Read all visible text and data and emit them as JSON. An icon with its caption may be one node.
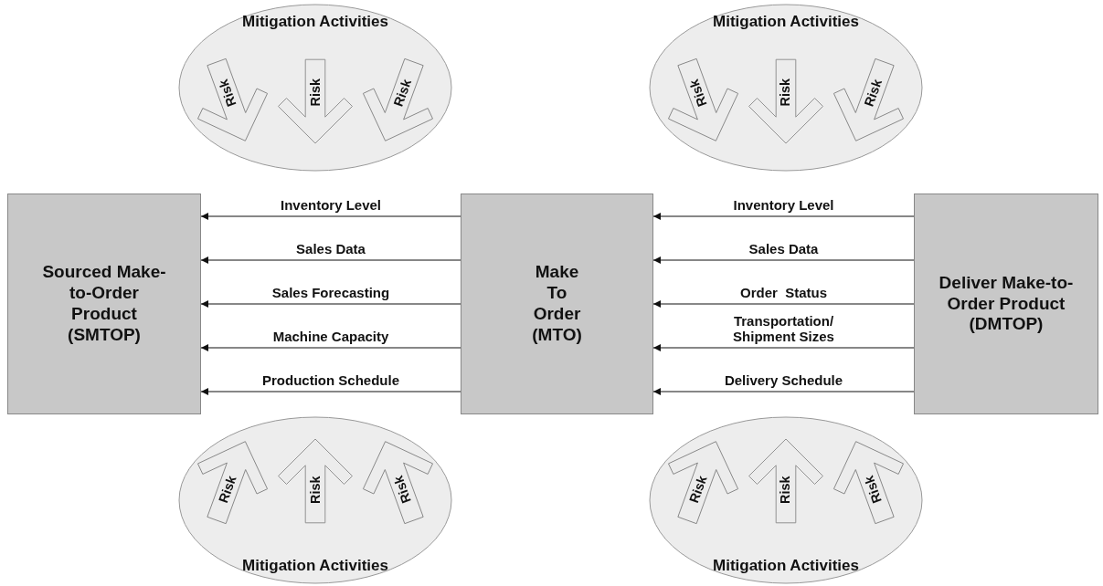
{
  "diagram": {
    "nodes": [
      {
        "text": [
          "Sourced Make-to-Order Product (SMTOP)"
        ]
      },
      {
        "text": [
          "Make To Order (MTO)"
        ]
      },
      {
        "text": [
          "Deliver Make-to-Order Product (DMTOP)"
        ]
      },
      {
        "text": [
          "Mitigation Activities"
        ]
      },
      {
        "text": [
          "Risk"
        ],
        "in": 3
      },
      {
        "text": [
          "Risk"
        ],
        "in": 3
      },
      {
        "text": [
          "Risk"
        ],
        "in": 3
      },
      {
        "text": [
          "Mitigation Activities"
        ]
      },
      {
        "text": [
          "Risk"
        ],
        "in": 7
      },
      {
        "text": [
          "Risk"
        ],
        "in": 7
      },
      {
        "text": [
          "Risk"
        ],
        "in": 7
      },
      {
        "text": [
          "Mitigation Activities"
        ]
      },
      {
        "text": [
          "Risk"
        ],
        "in": 11
      },
      {
        "text": [
          "Risk"
        ],
        "in": 11
      },
      {
        "text": [
          "Risk"
        ],
        "in": 11
      },
      {
        "text": [
          "Mitigation Activities"
        ]
      },
      {
        "text": [
          "Risk"
        ],
        "in": 15
      },
      {
        "text": [
          "Risk"
        ],
        "in": 15
      },
      {
        "text": [
          "Risk"
        ],
        "in": 15
      }
    ],
    "edges": [
      {
        "from": 1,
        "to": 0,
        "arrow": "to",
        "label": "Inventory Level"
      },
      {
        "from": 1,
        "to": 0,
        "arrow": "to",
        "label": "Sales Data"
      },
      {
        "from": 1,
        "to": 0,
        "arrow": "to",
        "label": "Sales Forecasting"
      },
      {
        "from": 1,
        "to": 0,
        "arrow": "to",
        "label": "Machine Capacity"
      },
      {
        "from": 1,
        "to": 0,
        "arrow": "to",
        "label": "Production Schedule"
      },
      {
        "from": 2,
        "to": 1,
        "arrow": "to",
        "label": "Inventory Level"
      },
      {
        "from": 2,
        "to": 1,
        "arrow": "to",
        "label": "Sales Data"
      },
      {
        "from": 2,
        "to": 1,
        "arrow": "to",
        "label": "Order  Status"
      },
      {
        "from": 2,
        "to": 1,
        "arrow": "to",
        "label": "Transportation/ Shipment Sizes"
      },
      {
        "from": 2,
        "to": 1,
        "arrow": "to",
        "label": "Delivery Schedule"
      }
    ]
  }
}
